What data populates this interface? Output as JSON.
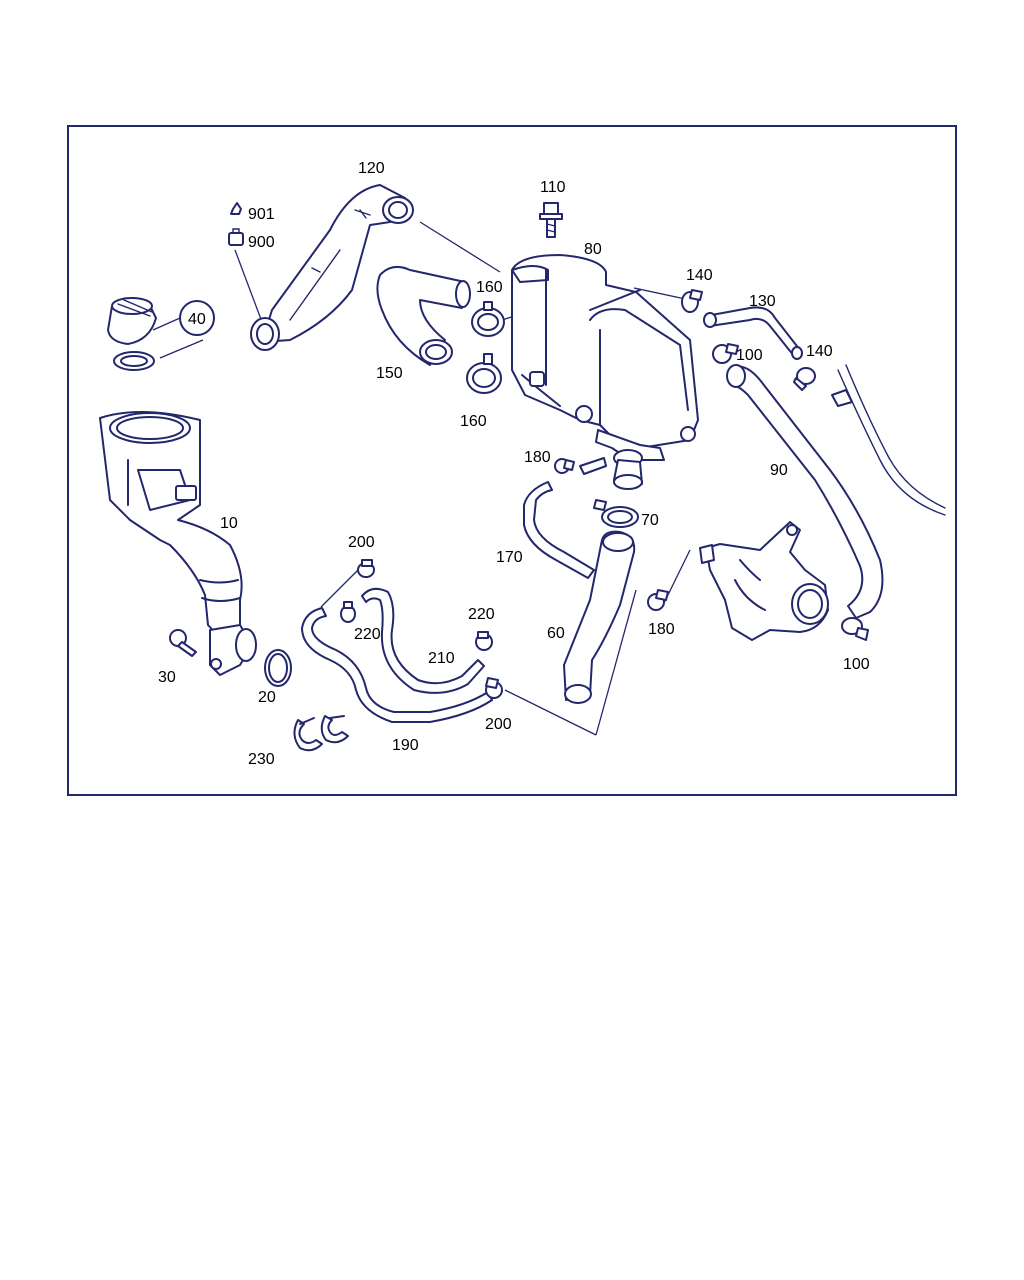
{
  "diagram": {
    "frame_color": "#23276b",
    "line_color": "#23276b",
    "labels": {
      "p10": "10",
      "p20": "20",
      "p30": "30",
      "p40": "40",
      "p60": "60",
      "p70": "70",
      "p80": "80",
      "p90": "90",
      "p100a": "100",
      "p100b": "100",
      "p110": "110",
      "p120": "120",
      "p130": "130",
      "p140a": "140",
      "p140b": "140",
      "p150": "150",
      "p160a": "160",
      "p160b": "160",
      "p170": "170",
      "p180a": "180",
      "p180b": "180",
      "p190": "190",
      "p200a": "200",
      "p200b": "200",
      "p210": "210",
      "p220a": "220",
      "p220b": "220",
      "p230": "230",
      "p900": "900",
      "p901": "901"
    }
  }
}
